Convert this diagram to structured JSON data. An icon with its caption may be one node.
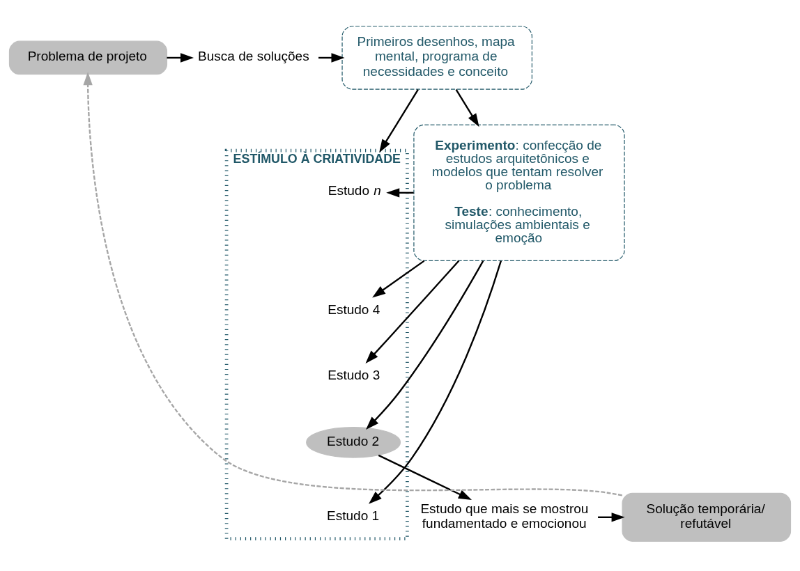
{
  "diagram": {
    "nodes": [
      {
        "text": [
          "Problema de projeto"
        ]
      },
      {
        "text": [
          "Busca de soluções"
        ]
      },
      {
        "text": [
          "Primeiros desenhos, mapa mental, programa de necessidades e conceito"
        ]
      },
      {
        "text": [
          "ESTÍMULO À CRIATIVIDADE"
        ]
      },
      {
        "text": [
          "Estudo *n*"
        ],
        "in": 3
      },
      {
        "text": [
          "Estudo 4"
        ],
        "in": 3
      },
      {
        "text": [
          "Estudo 3"
        ],
        "in": 3
      },
      {
        "text": [
          "Estudo 2"
        ],
        "in": 3
      },
      {
        "text": [
          "Estudo 1"
        ],
        "in": 3
      },
      {
        "text": [
          "**Experimento**: confecção de estudos arquitetônicos e modelos que tentam resolver o problema",
          "**Teste**: conhecimento, simulações ambientais e emoção"
        ]
      },
      {
        "text": [
          "Estudo que mais se mostrou fundamentado e emocionou"
        ]
      },
      {
        "text": [
          "Solução temporária/ refutável"
        ]
      }
    ],
    "edges": [
      {
        "from": 0,
        "to": 1,
        "arrow": "to"
      },
      {
        "from": 1,
        "to": 2,
        "arrow": "to"
      },
      {
        "from": 2,
        "to": 3,
        "arrow": "to"
      },
      {
        "from": 2,
        "to": 9,
        "arrow": "to"
      },
      {
        "from": 9,
        "to": 4,
        "arrow": "to"
      },
      {
        "from": 9,
        "to": 5,
        "arrow": "to"
      },
      {
        "from": 9,
        "to": 6,
        "arrow": "to"
      },
      {
        "from": 9,
        "to": 7,
        "arrow": "to"
      },
      {
        "from": 9,
        "to": 8,
        "arrow": "to"
      },
      {
        "from": 7,
        "to": 10,
        "arrow": "to"
      },
      {
        "from": 10,
        "to": 11,
        "arrow": "to"
      },
      {
        "from": 11,
        "to": 0,
        "arrow": "to",
        "style": "dashed",
        "color": "#a6a6a6"
      }
    ]
  }
}
